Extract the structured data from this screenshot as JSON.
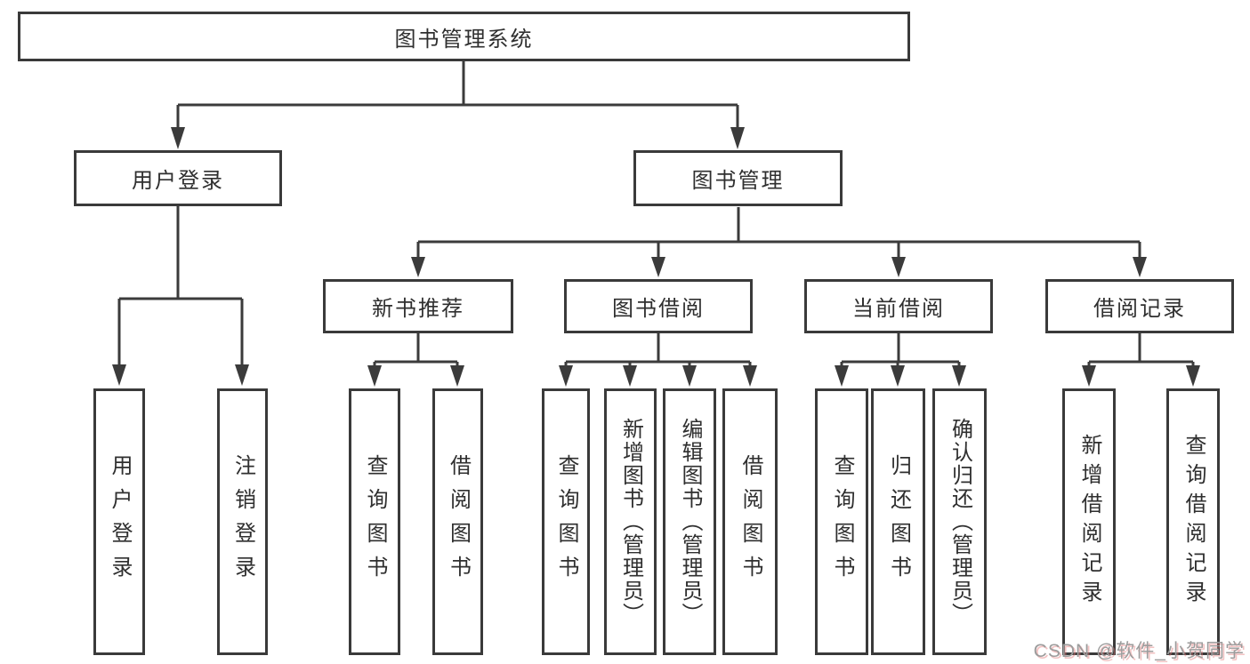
{
  "root": {
    "label": "图书管理系统"
  },
  "branches": [
    {
      "label": "用户登录",
      "children": [
        "用户登录",
        "注销登录"
      ]
    },
    {
      "label": "图书管理",
      "sections": [
        {
          "label": "新书推荐",
          "children": [
            "查询图书",
            "借阅图书"
          ]
        },
        {
          "label": "图书借阅",
          "children": [
            "查询图书",
            "新增图书（管理员）",
            "编辑图书（管理员）",
            "借阅图书"
          ]
        },
        {
          "label": "当前借阅",
          "children": [
            "查询图书",
            "归还图书",
            "确认归还（管理员）"
          ]
        },
        {
          "label": "借阅记录",
          "children": [
            "新增借阅记录",
            "查询借阅记录"
          ]
        }
      ]
    }
  ],
  "watermark": "CSDN @软件_小贺同学",
  "colors": {
    "line": "#3b3b3b",
    "text": "#2f2f2f",
    "background": "#ffffff",
    "watermark_text": "#9c9c9c",
    "watermark_shadow": "#e27878"
  }
}
